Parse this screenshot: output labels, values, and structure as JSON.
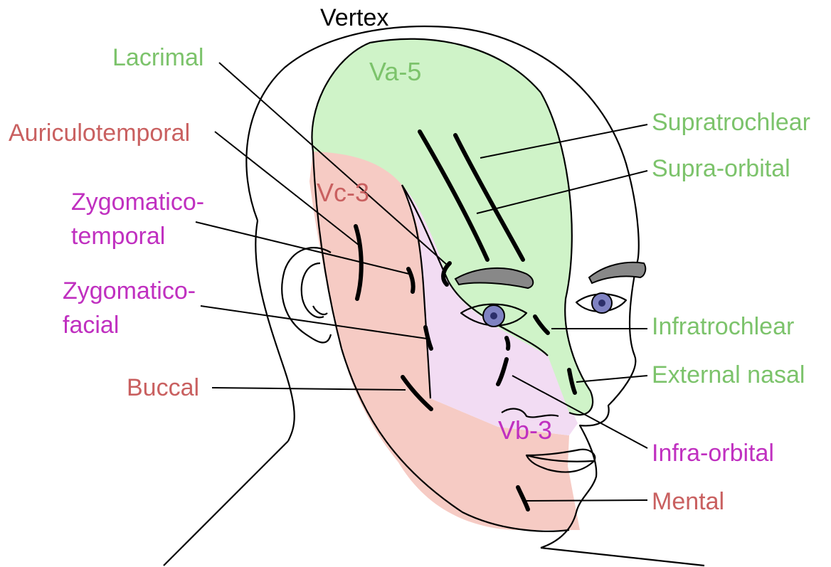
{
  "colors": {
    "green_region": "#cff3c8",
    "green_text": "#7cc36b",
    "red_region": "#f6cbc4",
    "red_text": "#c96060",
    "purple_region": "#f2dcf3",
    "purple_text": "#c030c0",
    "brow": "#888888",
    "iris": "#7f82c2",
    "outline": "#000000"
  },
  "diagram": {
    "top_label": "Vertex",
    "zones": {
      "ophthalmic": "Va-5",
      "mandibular": "Vc-3",
      "maxillary": "Vb-3"
    },
    "labels": {
      "lacrimal": "Lacrimal",
      "auriculotemporal": "Auriculotemporal",
      "zygomaticotemporal_1": "Zygomatico-",
      "zygomaticotemporal_2": "temporal",
      "zygomaticofacial_1": "Zygomatico-",
      "zygomaticofacial_2": "facial",
      "buccal": "Buccal",
      "supratrochlear": "Supratrochlear",
      "supraorbital": "Supra-orbital",
      "infratrochlear": "Infratrochlear",
      "external_nasal": "External nasal",
      "infraorbital": "Infra-orbital",
      "mental": "Mental"
    }
  }
}
